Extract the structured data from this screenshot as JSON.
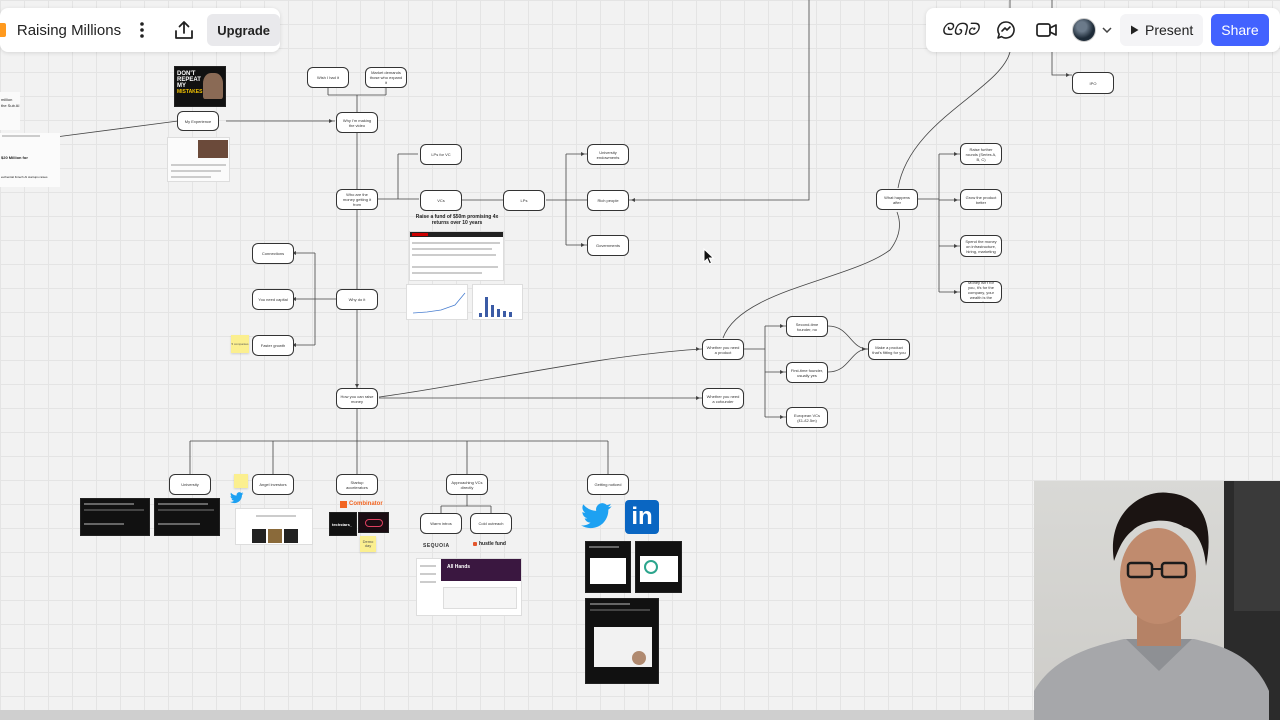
{
  "toolbar_left": {
    "board_name": "Raising Millions",
    "board_color": "#ff9a1f",
    "more_icon": "vertical-dots-icon",
    "export_icon": "upload-icon",
    "upgrade_label": "Upgrade"
  },
  "toolbar_right": {
    "reactions_icon": "reactions-icon",
    "reactions_text": "ᘓᘏᘒ",
    "comments_icon": "chat-bubble-icon",
    "video_icon": "video-camera-icon",
    "avatar_icon": "user-avatar",
    "present_label": "Present",
    "share_label": "Share",
    "accent_color": "#4262ff"
  },
  "nodes": {
    "wish_i_had_it": "Wish I had it",
    "market_demands": "Market demands those who expand it",
    "my_experience": "My Experience",
    "why_making_video": "Why I'm making the video",
    "lp_vc": "LPs for VC",
    "vcs": "VCs",
    "lps": "LPs",
    "university_endowments": "University endowments",
    "rich_people": "Rich people",
    "governments": "Governments",
    "who_getting": "Who are the money getting it from",
    "connections": "Connections",
    "you_need_capital": "You need capital",
    "faster_growth": "Faster growth",
    "why_do_it": "Why do it",
    "how_you_raise": "How you can raise money",
    "whether_product": "Whether you need a product",
    "whether_cofounder": "Whether you need a cofounder",
    "second_time_founder": "Second-time founder, no",
    "first_time_founder": "First-time founder, usually yes",
    "european_vcs": "European VCs (£1-£2.5m)",
    "make_product": "Make a product that's fitting for you",
    "what_happens_after": "What happens after",
    "raise_further_rounds": "Raise further rounds (Series A, B, C)",
    "grow_product": "Grow the product better",
    "spend_money": "Spend the money on infrastructure, hiring, marketing",
    "money_isnt_for_you": "Money isn't for you, it's for the company, your wealth is the equity",
    "ipo": "IPO",
    "university": "University",
    "angel_investors": "Angel investors",
    "startup_accelerators": "Startup accelerators",
    "approaching_vcs": "Approaching VCs directly",
    "getting_noticed": "Getting noticed",
    "warm_intros": "Warm intros",
    "cold_outreach": "Cold outreach"
  },
  "canvas_text": {
    "headline_thumb": "Raise a fund of $50m promising 4x returns over 10 years",
    "dont_repeat_line1": "DON'T",
    "dont_repeat_line2": "REPEAT",
    "dont_repeat_line3": "MY",
    "dont_repeat_line4": "MISTAKES",
    "left_snippet_1": "million",
    "left_snippet_2": "the Sub AI",
    "left_snippet_3": "$20 Million for",
    "left_snippet_4": "euthential fintech AI startups raises",
    "sticky_1": "5 companies",
    "sticky_2": "Demo day",
    "ycombinator": "Combinator",
    "techstars": "techstars_",
    "sequoia": "SEQUOIA",
    "hustle_fund": "hustle fund",
    "all_hands": "All Hands",
    "linkedin_letters": "in"
  },
  "icons": {
    "twitter_small": "twitter-bird-icon",
    "twitter_large": "twitter-bird-icon",
    "linkedin": "linkedin-icon",
    "cursor": "mouse-pointer-icon"
  },
  "colors": {
    "twitter_blue": "#1da1f2",
    "linkedin_blue": "#0a66c2",
    "sticky_yellow": "#fbef8f",
    "ycombinator_orange": "#f26522"
  }
}
